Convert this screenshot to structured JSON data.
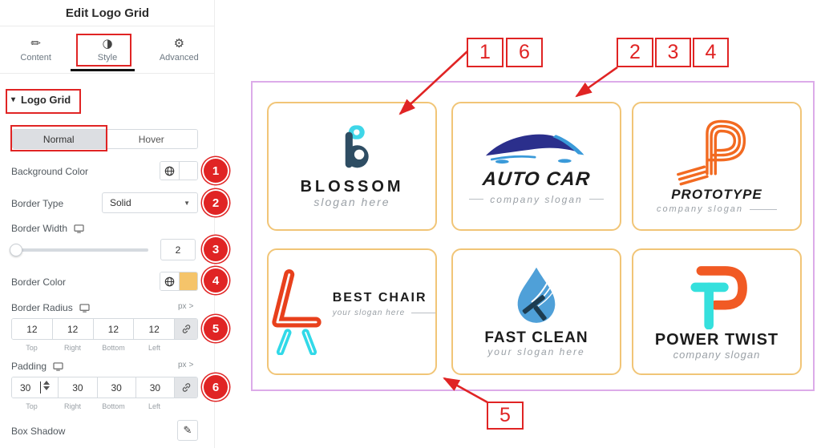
{
  "panel": {
    "title": "Edit Logo Grid",
    "tabs": {
      "content": "Content",
      "style": "Style",
      "advanced": "Advanced"
    },
    "section_title": "Logo Grid",
    "states": {
      "normal": "Normal",
      "hover": "Hover"
    },
    "background_color_label": "Background Color",
    "border_type_label": "Border Type",
    "border_type_value": "Solid",
    "border_width_label": "Border Width",
    "border_width_value": "2",
    "border_color_label": "Border Color",
    "border_radius_label": "Border Radius",
    "padding_label": "Padding",
    "box_shadow_label": "Box Shadow",
    "radius_unit": "px",
    "padding_unit": "px",
    "dims": [
      "Top",
      "Right",
      "Bottom",
      "Left"
    ],
    "border_radius_values": [
      "12",
      "12",
      "12",
      "12"
    ],
    "padding_values": [
      "30",
      "30",
      "30",
      "30"
    ]
  },
  "annotations": {
    "circles": [
      "1",
      "2",
      "3",
      "4",
      "5",
      "6"
    ],
    "boxes": {
      "b1": "1",
      "b6": "6",
      "b2": "2",
      "b3": "3",
      "b4": "4",
      "b5": "5"
    }
  },
  "logos": [
    {
      "name": "BLOSSOM",
      "slogan": "slogan here"
    },
    {
      "name": "AUTO CAR",
      "slogan": "company slogan"
    },
    {
      "name": "PROTOTYPE",
      "slogan": "company slogan"
    },
    {
      "name": "BEST CHAIR",
      "slogan": "your slogan here"
    },
    {
      "name": "FAST CLEAN",
      "slogan": "your slogan here"
    },
    {
      "name": "POWER TWIST",
      "slogan": "company slogan"
    }
  ],
  "colors": {
    "annotation_red": "#e02424",
    "grid_border_purple": "#dcabe9",
    "card_border_orange": "#f1c577",
    "border_color_swatch": "#f5c46a",
    "background_color_swatch": "#ffffff"
  }
}
